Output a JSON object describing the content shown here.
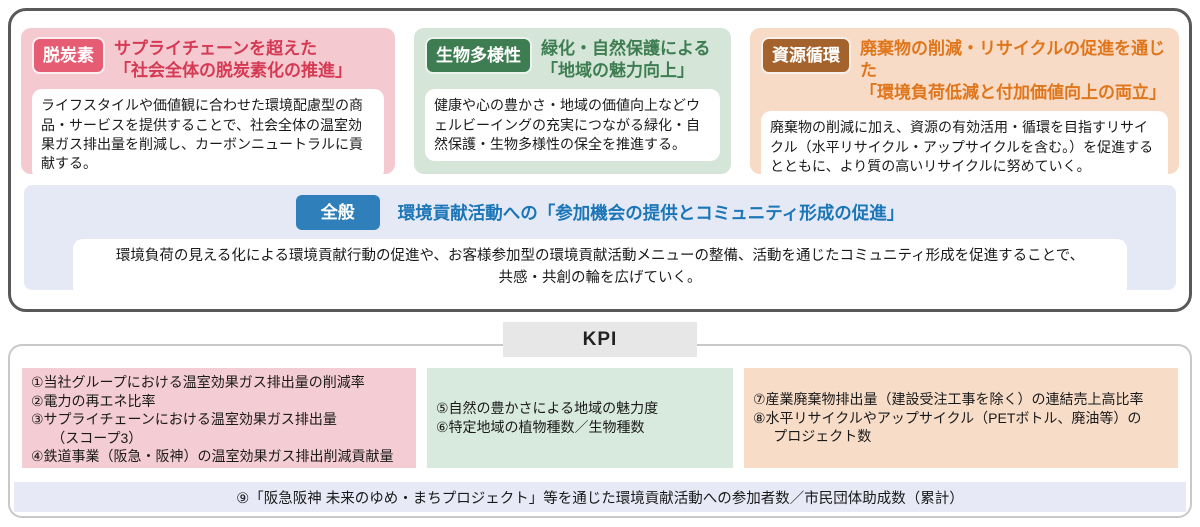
{
  "palette": {
    "panel_border": "#58595b",
    "decarbon_bg": "#f5c9d0",
    "decarbon_badge": "#e65c72",
    "decarbon_title": "#d53a54",
    "biodiversity_bg": "#d5e6d8",
    "biodiversity_badge": "#3e7d52",
    "biodiversity_title": "#3e7d52",
    "resource_bg": "#f7dbc6",
    "resource_badge": "#a4622d",
    "resource_title": "#e0761c",
    "general_band_bg": "#e5e9f5",
    "general_badge": "#2e7fba",
    "general_title": "#1b76b8",
    "kpi_label_bg": "#e7e7e7",
    "kpi_panel_border": "#c9c9c9",
    "kpi_footer_bg": "#e7eaf6"
  },
  "strategy_panel": {
    "cards": [
      {
        "badge": "脱炭素",
        "title": "サプライチェーンを超えた\n「社会全体の脱炭素化の推進」",
        "body": "ライフスタイルや価値観に合わせた環境配慮型の商品・サービスを提供することで、社会全体の温室効果ガス排出量を削減し、カーボンニュートラルに貢献する。"
      },
      {
        "badge": "生物多様性",
        "title": "緑化・自然保護による\n「地域の魅力向上」",
        "body": "健康や心の豊かさ・地域の価値向上などウェルビーイングの充実につながる緑化・自然保護・生物多様性の保全を推進する。"
      },
      {
        "badge": "資源循環",
        "title": "廃棄物の削減・リサイクルの促進を通じた\n「環境負荷低減と付加価値向上の両立」",
        "body": "廃棄物の削減に加え、資源の有効活用・循環を目指すリサイクル（水平リサイクル・アップサイクルを含む。）を促進するとともに、より質の高いリサイクルに努めていく。"
      }
    ],
    "general": {
      "badge": "全般",
      "title": "環境貢献活動への「参加機会の提供とコミュニティ形成の促進」",
      "body": "環境負荷の見える化による環境貢献行動の促進や、お客様参加型の環境貢献活動メニューの整備、活動を通じたコミュニティ形成を促進することで、\n共感・共創の輪を広げていく。"
    }
  },
  "kpi_section": {
    "label": "KPI",
    "groups": [
      {
        "items": [
          "①当社グループにおける温室効果ガス排出量の削減率",
          "②電力の再エネ比率",
          "③サプライチェーンにおける温室効果ガス排出量\n（スコープ3）",
          "④鉄道事業（阪急・阪神）の温室効果ガス排出削減貢献量"
        ]
      },
      {
        "items": [
          "⑤自然の豊かさによる地域の魅力度",
          "⑥特定地域の植物種数／生物種数"
        ]
      },
      {
        "items": [
          "⑦産業廃棄物排出量（建設受注工事を除く）の連結売上高比率",
          "⑧水平リサイクルやアップサイクル（PETボトル、廃油等）の\nプロジェクト数"
        ]
      }
    ],
    "footer": "⑨「阪急阪神 未来のゆめ・まちプロジェクト」等を通じた環境貢献活動への参加者数／市民団体助成数（累計）"
  }
}
